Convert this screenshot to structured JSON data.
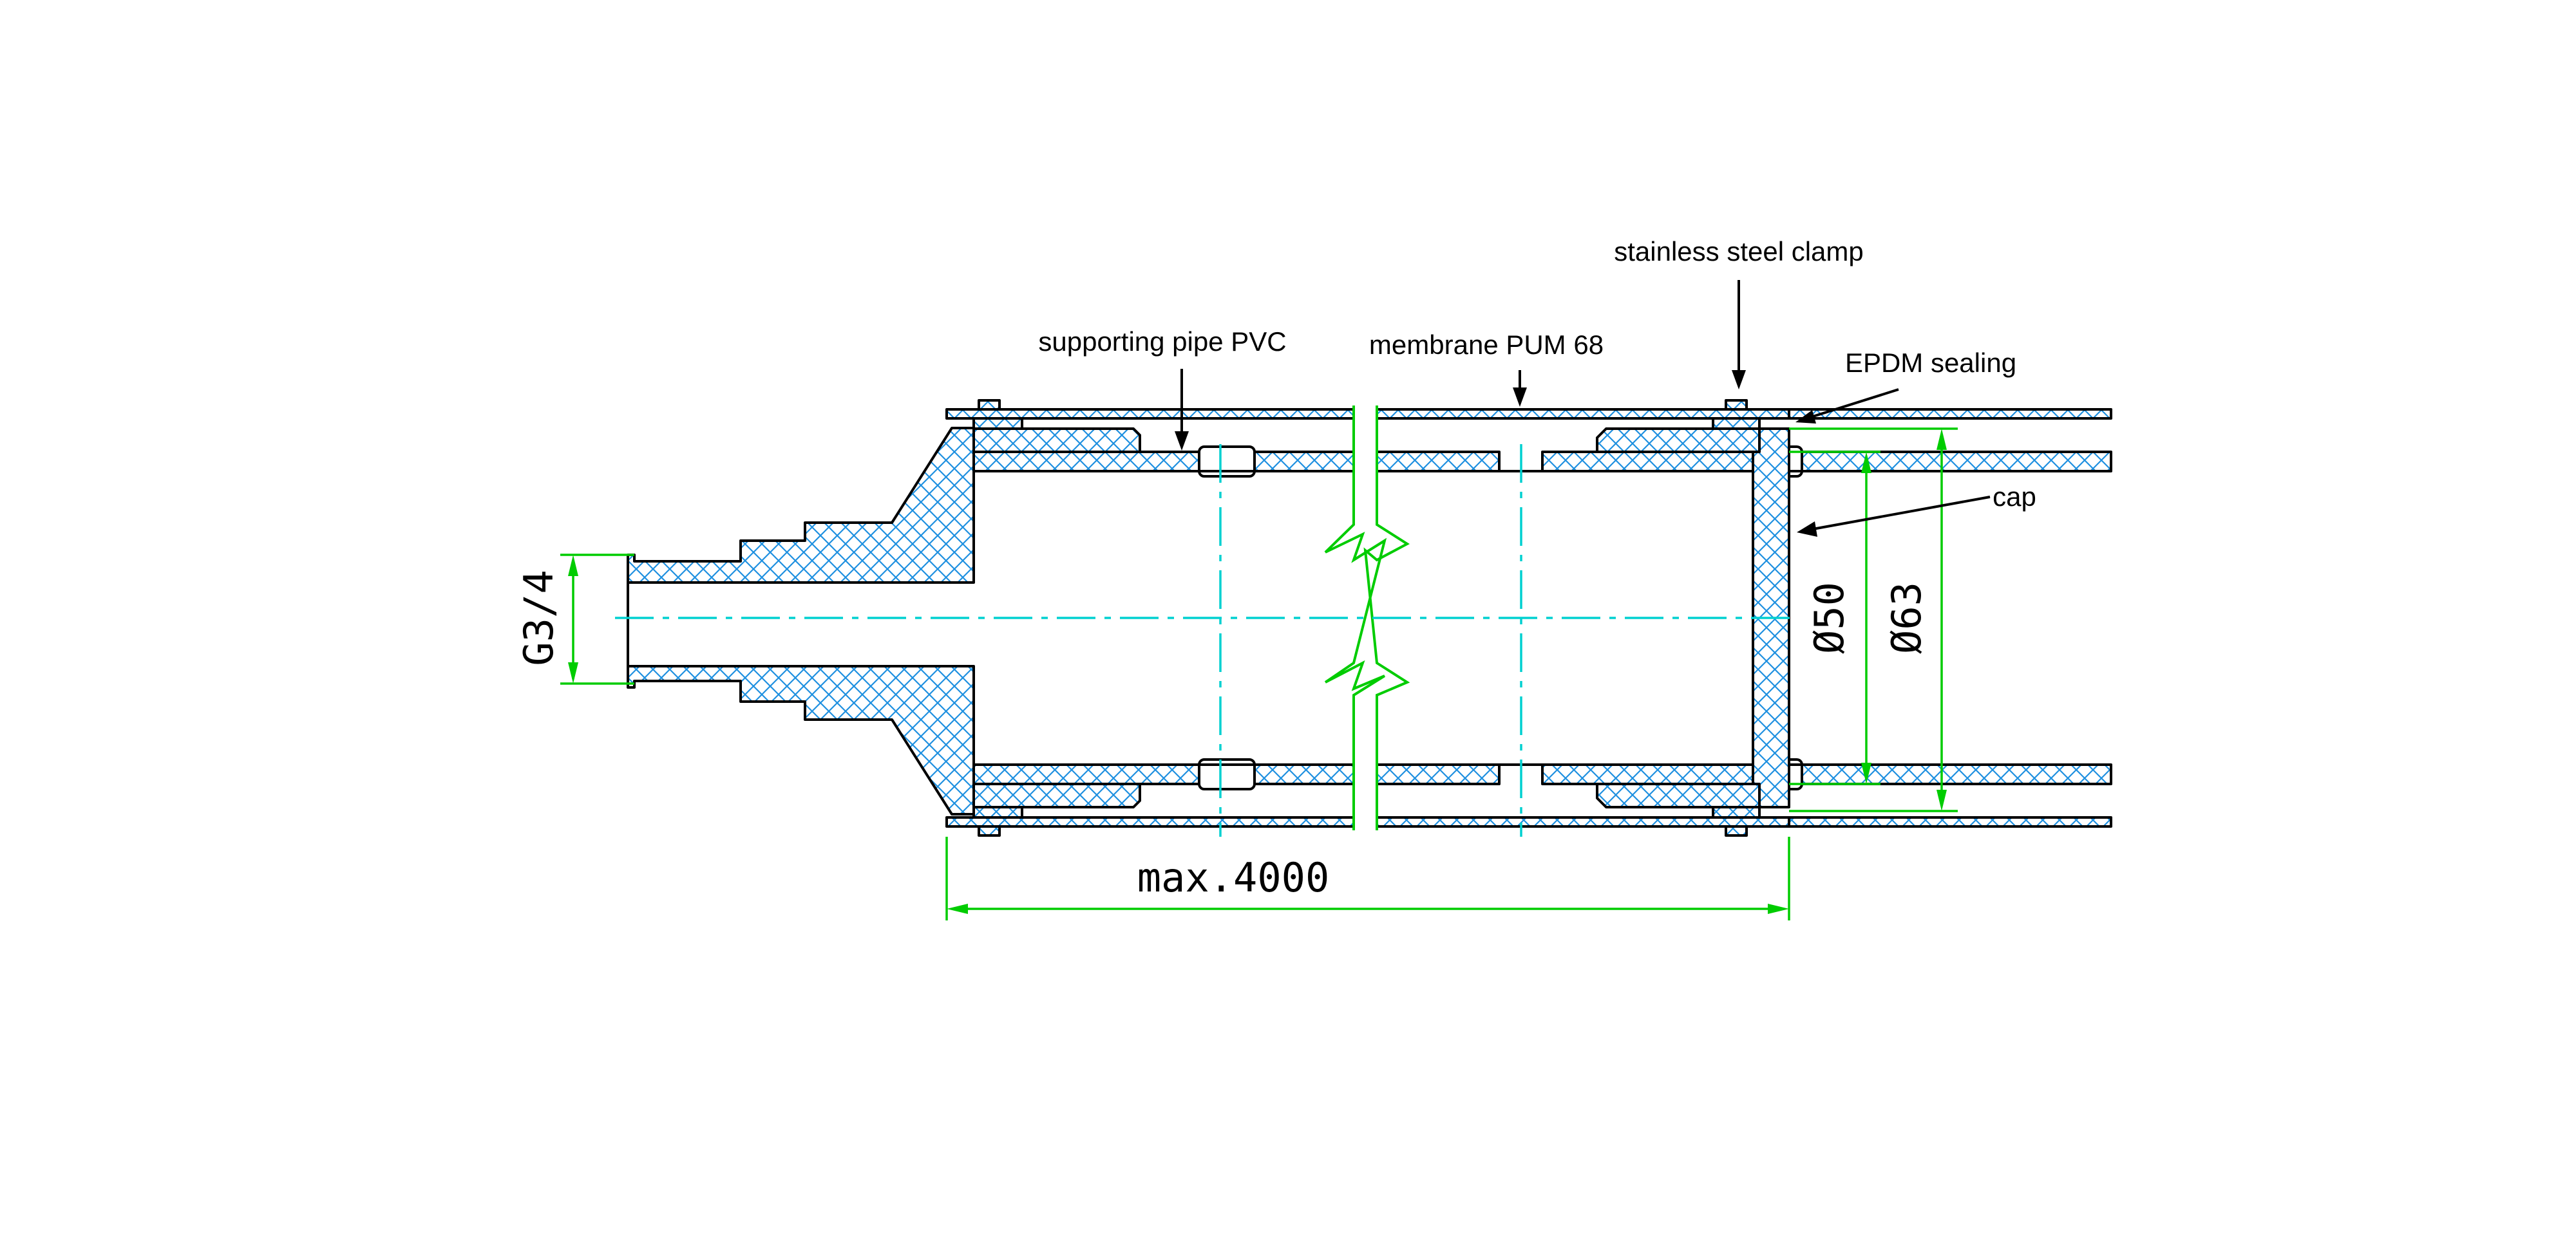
{
  "labels": {
    "clamp": "stainless steel clamp",
    "supporting_pipe": "supporting pipe PVC",
    "membrane": "membrane PUM 68",
    "sealing": "EPDM sealing",
    "cap": "cap"
  },
  "dimensions": {
    "thread": "G3/4",
    "inner_diameter": "Ø50",
    "outer_diameter": "Ø63",
    "length": "max.4000"
  },
  "colors": {
    "hatch": "#1e90e0",
    "dimension": "#00cc00",
    "centerline": "#00d0d0",
    "outline": "#000000"
  }
}
